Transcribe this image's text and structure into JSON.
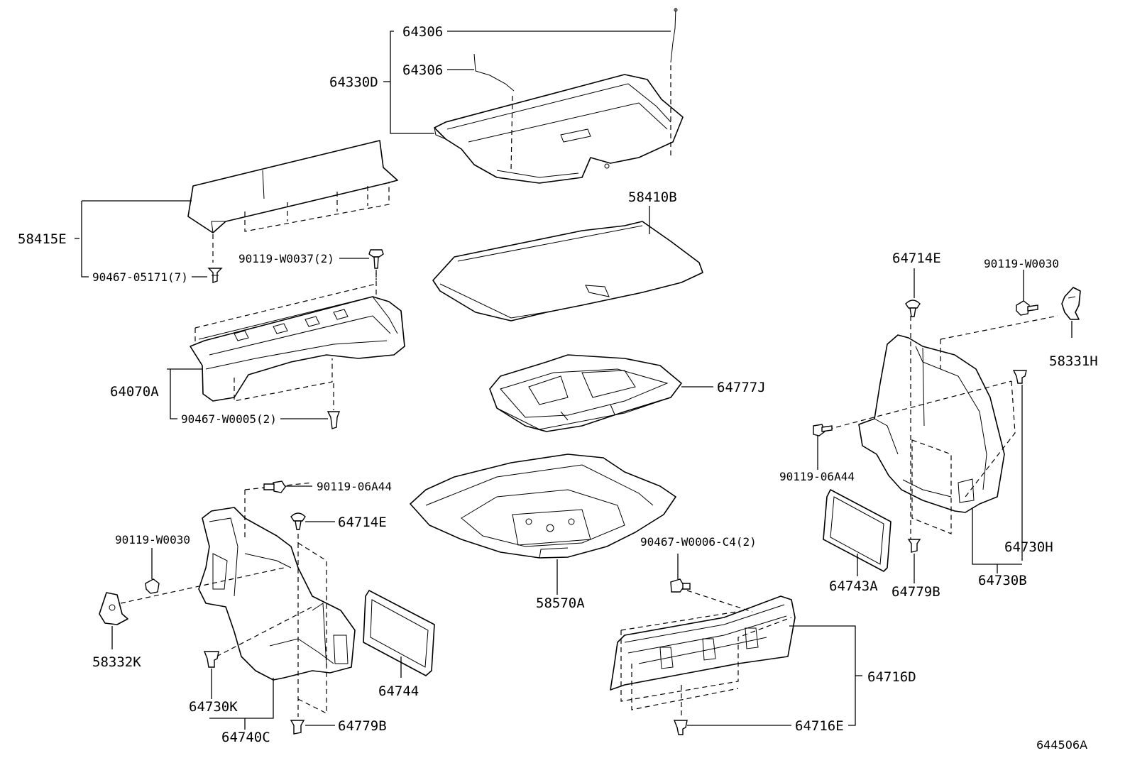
{
  "diagram_id": "644506A",
  "parts": {
    "p64306_upper": "64306",
    "p64306_lower": "64306",
    "p64330D": "64330D",
    "p58415E": "58415E",
    "p90467_05171": "90467-05171(7)",
    "p58410B": "58410B",
    "p90119_W0037": "90119-W0037(2)",
    "p64070A": "64070A",
    "p90467_W0005": "90467-W0005(2)",
    "p64777J": "64777J",
    "p64714E_right": "64714E",
    "p90119_W0030_right": "90119-W0030",
    "p58331H": "58331H",
    "p90119_06A44_right": "90119-06A44",
    "p64730H": "64730H",
    "p64743A": "64743A",
    "p64779B_right": "64779B",
    "p64730B": "64730B",
    "p90119_06A44_left": "90119-06A44",
    "p64714E_left": "64714E",
    "p90119_W0030_left": "90119-W0030",
    "p58570A": "58570A",
    "p90467_W0006": "90467-W0006-C4(2)",
    "p58332K": "58332K",
    "p64744": "64744",
    "p64730K": "64730K",
    "p64740C": "64740C",
    "p64779B_left": "64779B",
    "p64716D": "64716D",
    "p64716E": "64716E"
  }
}
